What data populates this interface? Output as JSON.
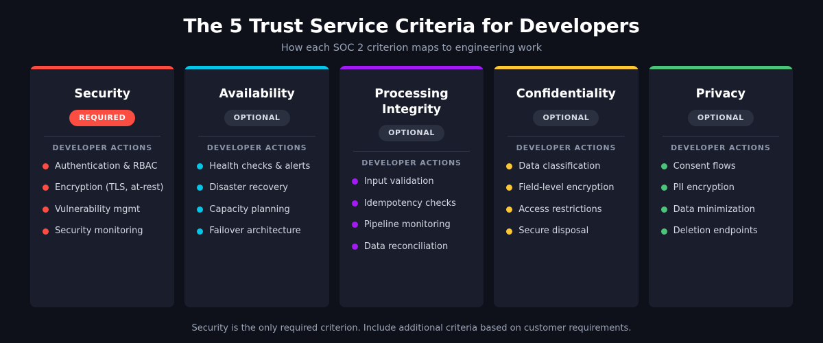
{
  "header": {
    "title": "The 5 Trust Service Criteria for Developers",
    "subtitle": "How each SOC 2 criterion maps to engineering work"
  },
  "section_label": "DEVELOPER ACTIONS",
  "footer": {
    "note": "Security is the only required criterion. Include additional criteria based on customer requirements."
  },
  "colors": {
    "page_background": "#0e1119",
    "card_background": "#1a1e2c",
    "divider": "#343a4c",
    "title_text": "#ffffff",
    "subtitle_text": "#9aa4b8",
    "action_text": "#d3d8e3",
    "badge_required_bg": "#fb4d42",
    "badge_optional_bg": "#2b3040"
  },
  "cards": [
    {
      "title": "Security",
      "badge": "REQUIRED",
      "badge_type": "required",
      "accent": "#fb4d42",
      "actions": [
        "Authentication & RBAC",
        "Encryption (TLS, at-rest)",
        "Vulnerability mgmt",
        "Security monitoring"
      ]
    },
    {
      "title": "Availability",
      "badge": "OPTIONAL",
      "badge_type": "optional",
      "accent": "#06c6e8",
      "actions": [
        "Health checks & alerts",
        "Disaster recovery",
        "Capacity planning",
        "Failover architecture"
      ]
    },
    {
      "title": "Processing\nIntegrity",
      "badge": "OPTIONAL",
      "badge_type": "optional",
      "accent": "#a21bf5",
      "actions": [
        "Input validation",
        "Idempotency checks",
        "Pipeline monitoring",
        "Data reconciliation"
      ]
    },
    {
      "title": "Confidentiality",
      "badge": "OPTIONAL",
      "badge_type": "optional",
      "accent": "#fcc735",
      "actions": [
        "Data classification",
        "Field-level encryption",
        "Access restrictions",
        "Secure disposal"
      ]
    },
    {
      "title": "Privacy",
      "badge": "OPTIONAL",
      "badge_type": "optional",
      "accent": "#4cc37b",
      "actions": [
        "Consent flows",
        "PII encryption",
        "Data minimization",
        "Deletion endpoints"
      ]
    }
  ]
}
